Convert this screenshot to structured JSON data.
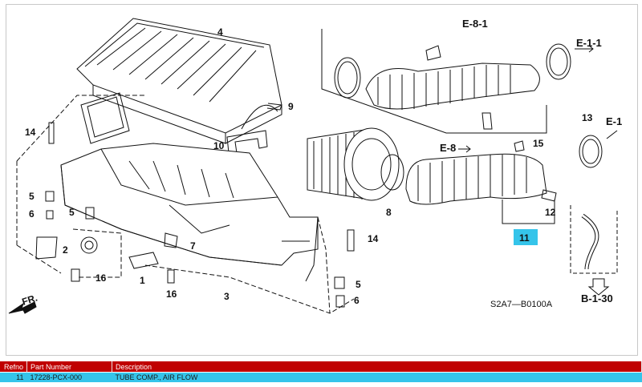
{
  "diagram": {
    "ref_labels": [
      "4",
      "9",
      "10",
      "14",
      "5",
      "6",
      "5",
      "2",
      "16",
      "1",
      "7",
      "16",
      "3",
      "14",
      "5",
      "6",
      "8",
      "13",
      "15",
      "12",
      "11"
    ],
    "connection_refs": [
      "E-8-1",
      "E-1-1",
      "E-1",
      "E-8",
      "B-1-30"
    ],
    "direction_label": "FR.",
    "diagram_code": "S2A7—B0100A",
    "highlight_color": "#35c4ea"
  },
  "table": {
    "header": {
      "refno": "Refno",
      "part_number": "Part Number",
      "description": "Description"
    },
    "rows": [
      {
        "refno": "11",
        "part_number": "17228-PCX-000",
        "description": "TUBE COMP., AIR FLOW"
      }
    ]
  },
  "colors": {
    "table_header": "#c00000",
    "table_row_selected": "#35c4ea"
  }
}
